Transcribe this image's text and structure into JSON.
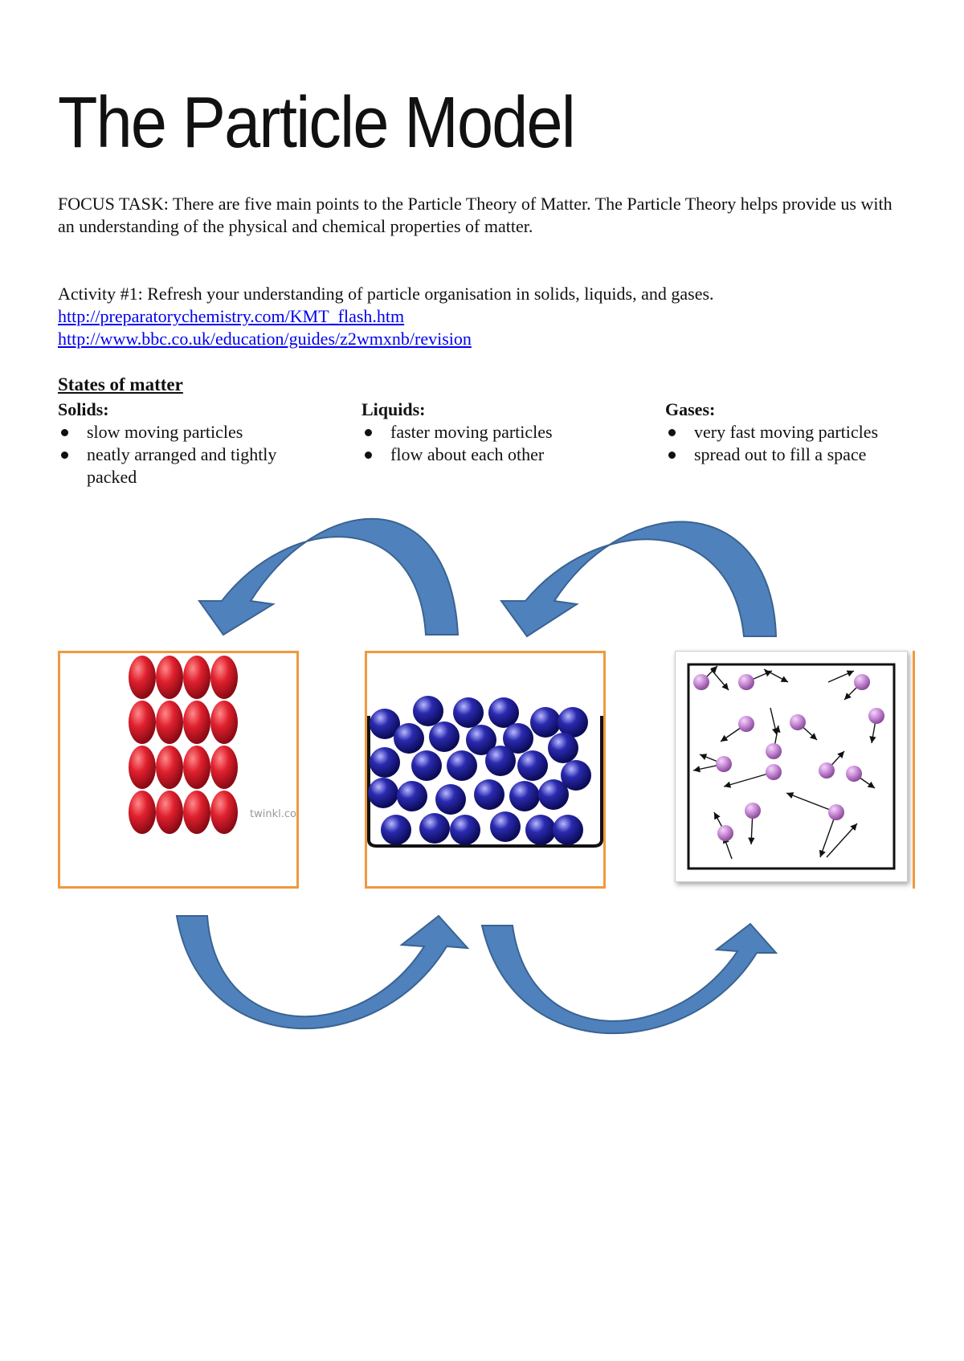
{
  "document": {
    "title": "The Particle Model",
    "focus_task": "FOCUS TASK: There are five main points to the Particle Theory of Matter.  The Particle Theory helps provide us with an understanding of the physical and chemical properties of matter.",
    "activity": {
      "text": "Activity #1: Refresh your understanding of particle organisation in solids, liquids, and gases.",
      "links": [
        "http://preparatorychemistry.com/KMT_flash.htm",
        "http://www.bbc.co.uk/education/guides/z2wmxnb/revision"
      ]
    },
    "states_heading": "States of matter",
    "states": [
      {
        "name": "Solids:",
        "points": [
          "slow moving particles",
          "neatly arranged and tightly packed"
        ]
      },
      {
        "name": "Liquids:",
        "points": [
          "faster moving particles",
          "flow about each other"
        ]
      },
      {
        "name": "Gases:",
        "points": [
          "very fast moving particles",
          "spread out to fill a space"
        ]
      }
    ],
    "solid_image_watermark": "twinkl.com",
    "colors": {
      "panel_border": "#f0993f",
      "arrow_fill": "#4f81bd",
      "arrow_dark": "#3a6392",
      "solid_particle": "#e0202e",
      "liquid_particle": "#2a2ab0",
      "gas_particle": "#c98bd6"
    }
  }
}
